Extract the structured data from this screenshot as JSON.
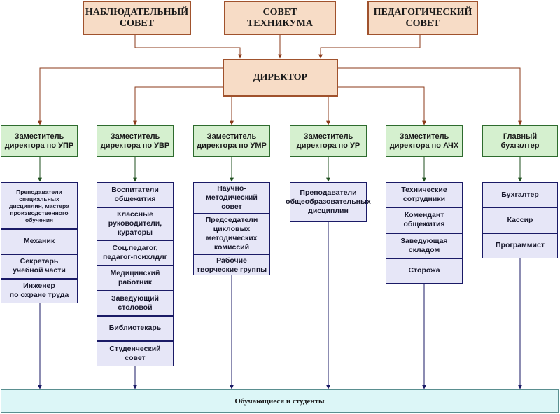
{
  "top_boxes": [
    {
      "label": "НАБЛЮДАТЕЛЬНЫЙ\nСОВЕТ"
    },
    {
      "label": "СОВЕТ\nТЕХНИКУМА"
    },
    {
      "label": "ПЕДАГОГИЧЕСКИЙ\nСОВЕТ"
    }
  ],
  "director": {
    "label": "ДИРЕКТОР"
  },
  "deputies": [
    {
      "label": "Заместитель\nдиректора по УПР",
      "staff": [
        "Преподаватели специальных дисциплин, мастера производственного обучения",
        "Механик",
        "Секретарь\nучебной части",
        "Инженер\nпо охране труда"
      ]
    },
    {
      "label": "Заместитель\nдиректора по УВР",
      "staff": [
        "Воспитатели\nобщежития",
        "Классные руководители, кураторы",
        "Соц.педагог,\nпедагог-психлдлг",
        "Медицинский\nработник",
        "Заведующий\nстоловой",
        "Библиотекарь",
        "Студенческий\nсовет"
      ]
    },
    {
      "label": "Заместитель\nдиректора по УМР",
      "staff": [
        "Научно-методический совет",
        "Председатели цикловых методических комиссий",
        "Рабочие творческие группы"
      ]
    },
    {
      "label": "Заместитель\nдиректора по УР",
      "staff": [
        "Преподаватели общеобразовательных дисциплин"
      ]
    },
    {
      "label": "Заместитель\nдиректора по АЧХ",
      "staff": [
        "Технические сотрудники",
        "Комендант\nобщежития",
        "Заведующая\nскладом",
        "Сторожа"
      ]
    },
    {
      "label": "Главный\nбухгалтер",
      "staff": [
        "Бухгалтер",
        "Кассир",
        "Программист"
      ]
    }
  ],
  "students": {
    "label": "Обучающиеся и студенты"
  },
  "colors": {
    "top_fill": "#f7dcc6",
    "top_border": "#a0522d",
    "top_arrow": "#8b3a1a",
    "deputy_fill": "#d5f0cf",
    "deputy_border": "#2e6b2e",
    "deputy_arrow": "#1f4f1f",
    "staff_fill": "#e6e6f7",
    "staff_border": "#1a1a66",
    "staff_arrow": "#1a1a66",
    "students_fill": "#dcf6f7"
  }
}
